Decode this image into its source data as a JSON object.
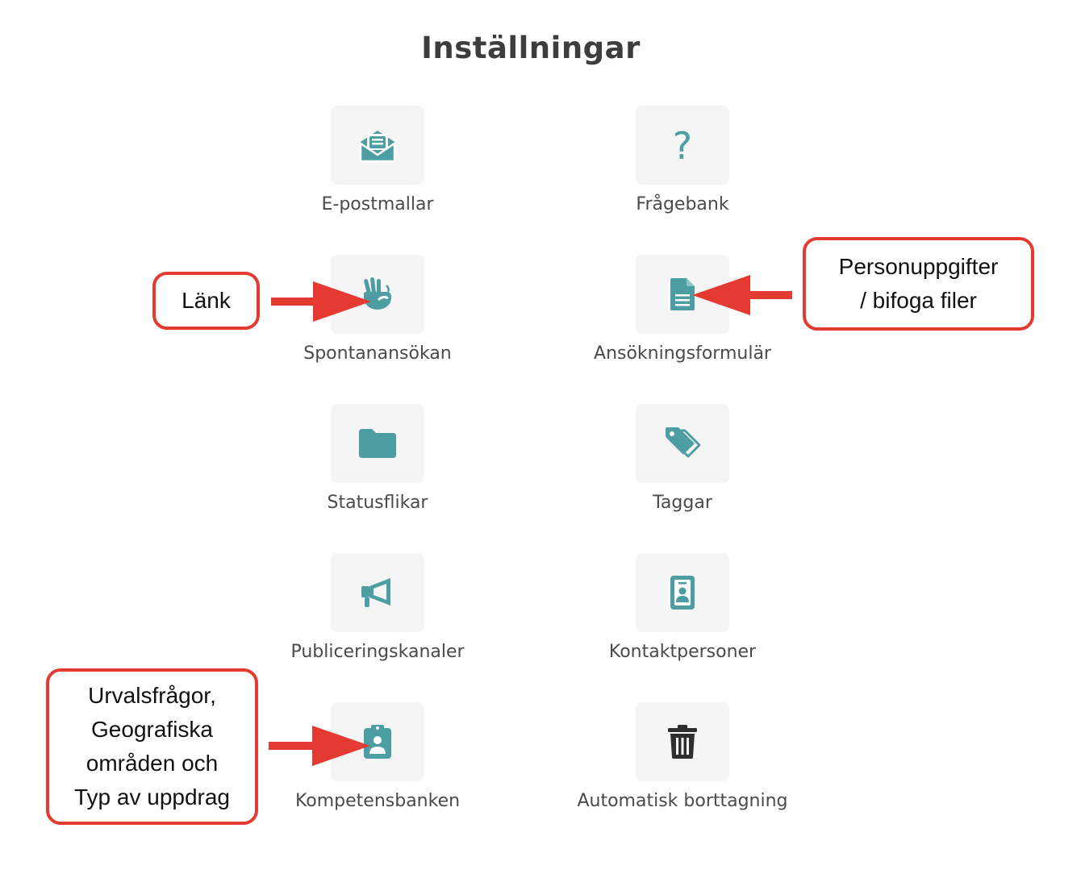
{
  "page": {
    "title": "Inställningar"
  },
  "settings": {
    "email_templates": "E-postmallar",
    "question_bank": "Frågebank",
    "spontaneous": "Spontanansökan",
    "application_form": "Ansökningsformulär",
    "status_tabs": "Statusflikar",
    "tags": "Taggar",
    "publishing_channels": "Publiceringskanaler",
    "contact_persons": "Kontaktpersoner",
    "competence_bank": "Kompetensbanken",
    "auto_delete": "Automatisk borttagning"
  },
  "annotations": {
    "link": {
      "text": "Länk"
    },
    "personal": {
      "line1": "Personuppgifter",
      "line2": "/ bifoga filer"
    },
    "competence": {
      "line1": "Urvalsfrågor,",
      "line2": "Geografiska",
      "line3": "områden och",
      "line4": "Typ av uppdrag"
    }
  },
  "colors": {
    "icon_teal": "#4c9ea2",
    "icon_dark": "#2e2e2e",
    "callout_red": "#e53a32"
  }
}
